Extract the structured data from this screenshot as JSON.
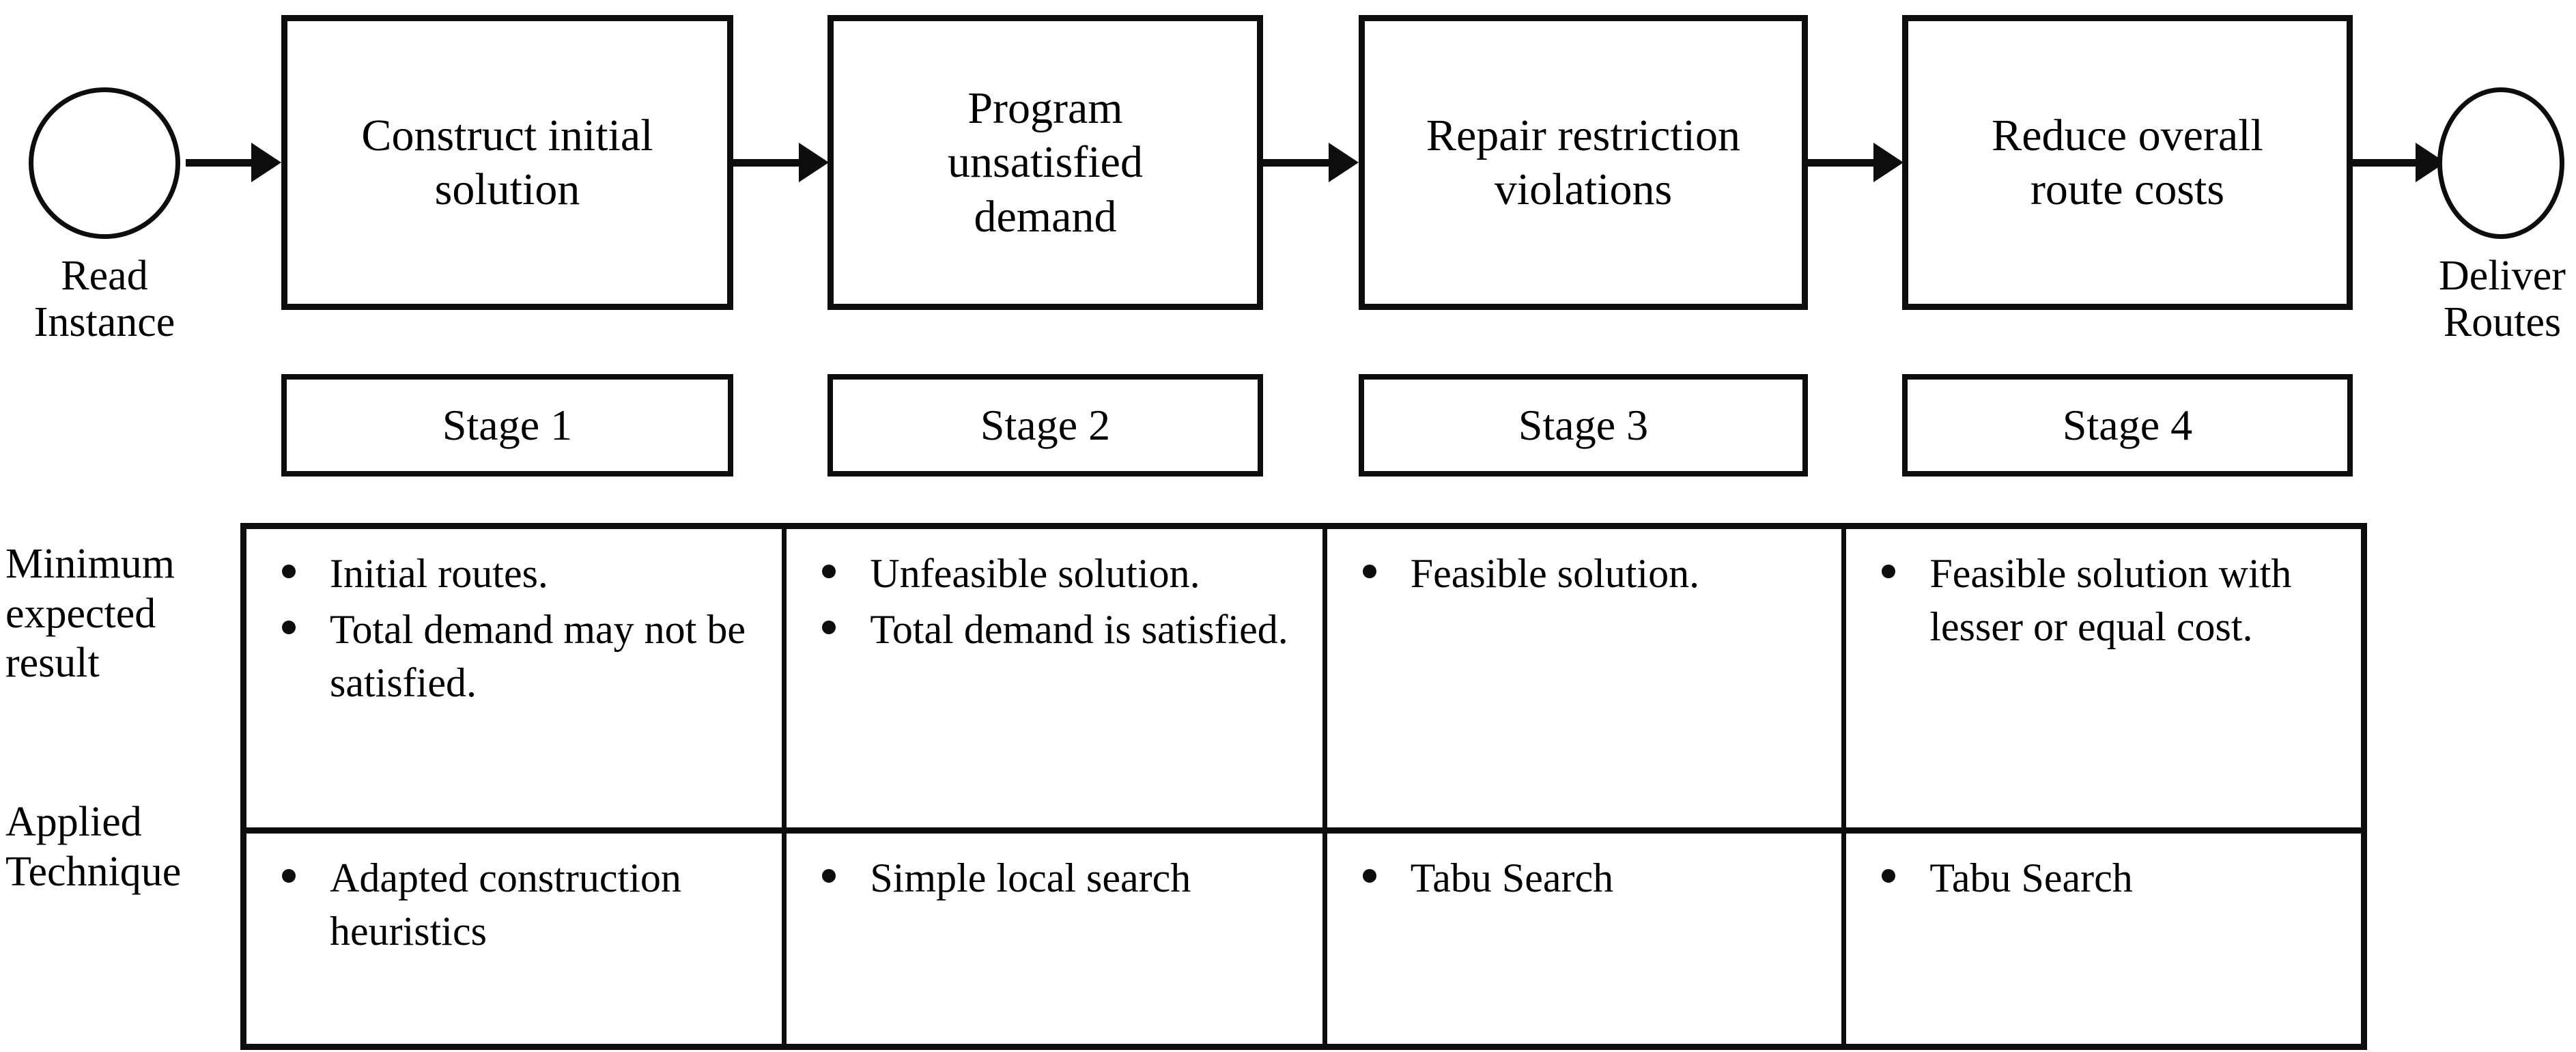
{
  "diagram": {
    "start": {
      "icon": "start-circle",
      "label": "Read\nInstance"
    },
    "end": {
      "icon": "end-circle",
      "label": "Deliver\nRoutes"
    },
    "arrow_icon": "right-arrow-icon",
    "bullet_icon": "bullet-dot-icon",
    "stages": [
      {
        "process": "Construct initial\nsolution",
        "stage_label": "Stage 1"
      },
      {
        "process": "Program\nunsatisfied\ndemand",
        "stage_label": "Stage 2"
      },
      {
        "process": "Repair restriction\nviolations",
        "stage_label": "Stage 3"
      },
      {
        "process": "Reduce overall\nroute costs",
        "stage_label": "Stage 4"
      }
    ],
    "table": {
      "row_headers": [
        "Minimum\nexpected\nresult",
        "Applied\nTechnique"
      ],
      "rows": [
        [
          [
            "Initial routes.",
            "Total demand may not be satisfied."
          ],
          [
            "Unfeasible solution.",
            "Total demand is satisfied."
          ],
          [
            "Feasible solution."
          ],
          [
            "Feasible solution with lesser or equal cost."
          ]
        ],
        [
          [
            "Adapted construction heuristics"
          ],
          [
            "Simple local search"
          ],
          [
            "Tabu Search"
          ],
          [
            "Tabu Search"
          ]
        ]
      ]
    },
    "colors": {
      "stroke": "#0d0d0d",
      "background": "#ffffff",
      "text": "#000000"
    }
  }
}
